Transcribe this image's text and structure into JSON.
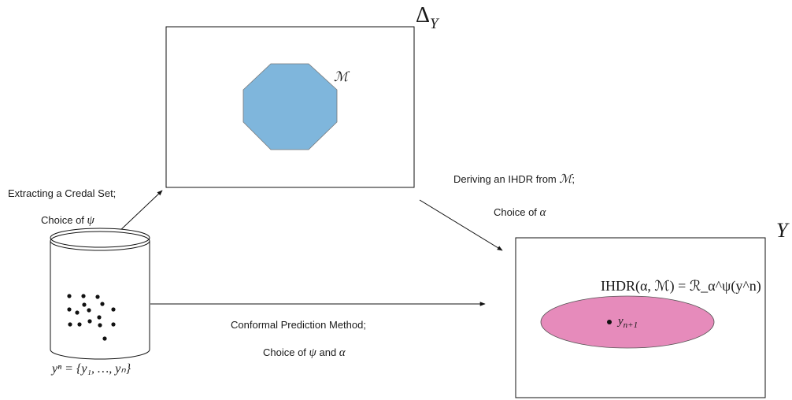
{
  "top_box": {
    "corner_label": "Δ_Y",
    "corner_main": "Δ",
    "corner_sub": "Y",
    "set_label": "ℳ"
  },
  "right_box": {
    "corner_label": "Y",
    "formula": "IHDR(α, ℳ) = ℛ_α^ψ(y^n)",
    "point_label": "y_{n+1}",
    "point_main": "y",
    "point_sub": "n+1"
  },
  "database": {
    "label": "yⁿ = {y₁, …, yₙ}"
  },
  "edges": {
    "left_line1": "Extracting a Credal Set;",
    "left_line2_prefix": "Choice of ",
    "left_line2_var": "ψ",
    "right_line1_prefix": "Deriving an IHDR from ",
    "right_line1_var": "ℳ",
    "right_line1_suffix": ";",
    "right_line2_prefix": "Choice of ",
    "right_line2_var": "α",
    "bottom_line1": "Conformal Prediction Method;",
    "bottom_line2_prefix": "Choice of ",
    "bottom_line2_var1": "ψ",
    "bottom_line2_mid": " and ",
    "bottom_line2_var2": "α"
  },
  "colors": {
    "credal_fill": "#7fb6dc",
    "ihdr_fill": "#e68bbb",
    "stroke": "#222222"
  }
}
